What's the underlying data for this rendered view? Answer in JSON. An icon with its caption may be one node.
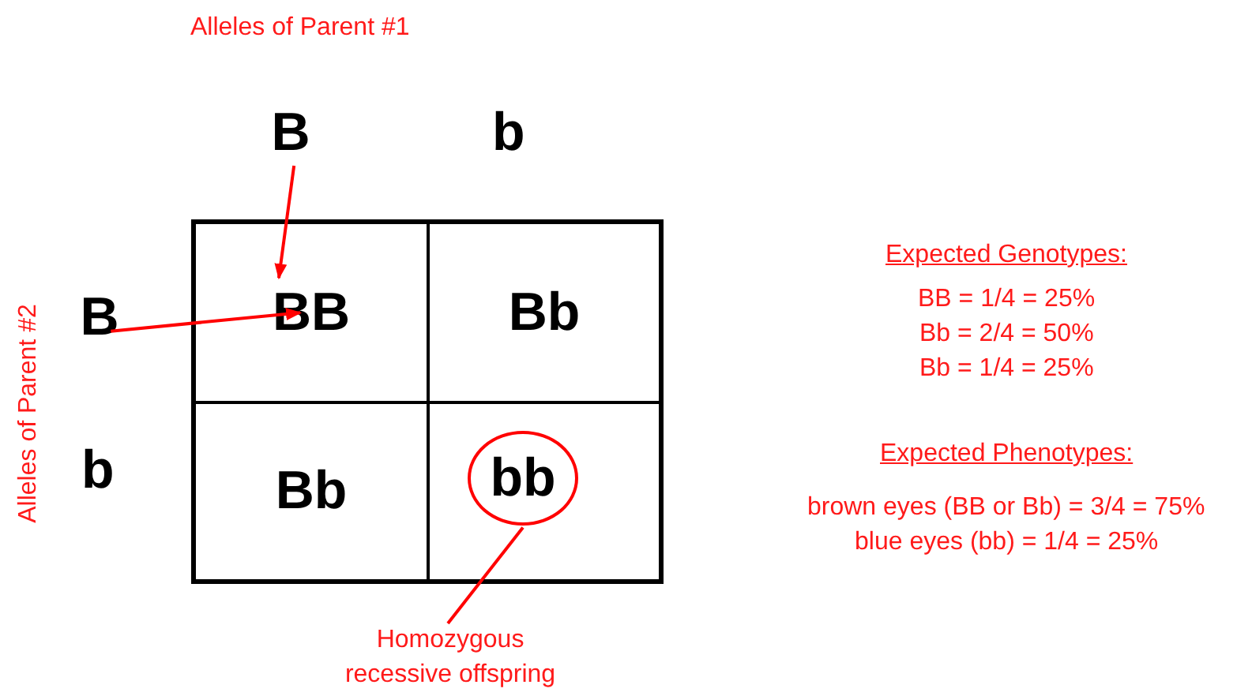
{
  "diagram": {
    "nodes": [
      {
        "text": [
          "B"
        ]
      },
      {
        "text": [
          "B"
        ]
      },
      {
        "text": [
          "BB"
        ]
      },
      {
        "text": [
          "Bb"
        ]
      },
      {
        "text": [
          "Bb"
        ]
      },
      {
        "text": [],
        "shape": "box"
      },
      {
        "text": [
          "bb"
        ],
        "in": 5
      },
      {
        "text": [
          "Homozygous recessive offspring"
        ]
      }
    ],
    "edges": [
      {
        "from": 0,
        "to": 2,
        "arrow": "to"
      },
      {
        "from": 1,
        "to": 2,
        "arrow": "to"
      },
      {
        "from": 7,
        "to": 6,
        "arrow": "none"
      }
    ],
    "labels": [
      "Alleles of Parent #1",
      "b",
      "Alleles of Parent #2",
      "b",
      "Expected Genotypes:",
      "BB = 1/4 = 25%",
      "Bb = 2/4 = 50%",
      "Bb = 1/4 = 25%",
      "Expected Phenotypes:",
      "brown eyes (BB or Bb) = 3/4 = 75%",
      "blue eyes (bb) = 1/4 = 25%"
    ]
  }
}
